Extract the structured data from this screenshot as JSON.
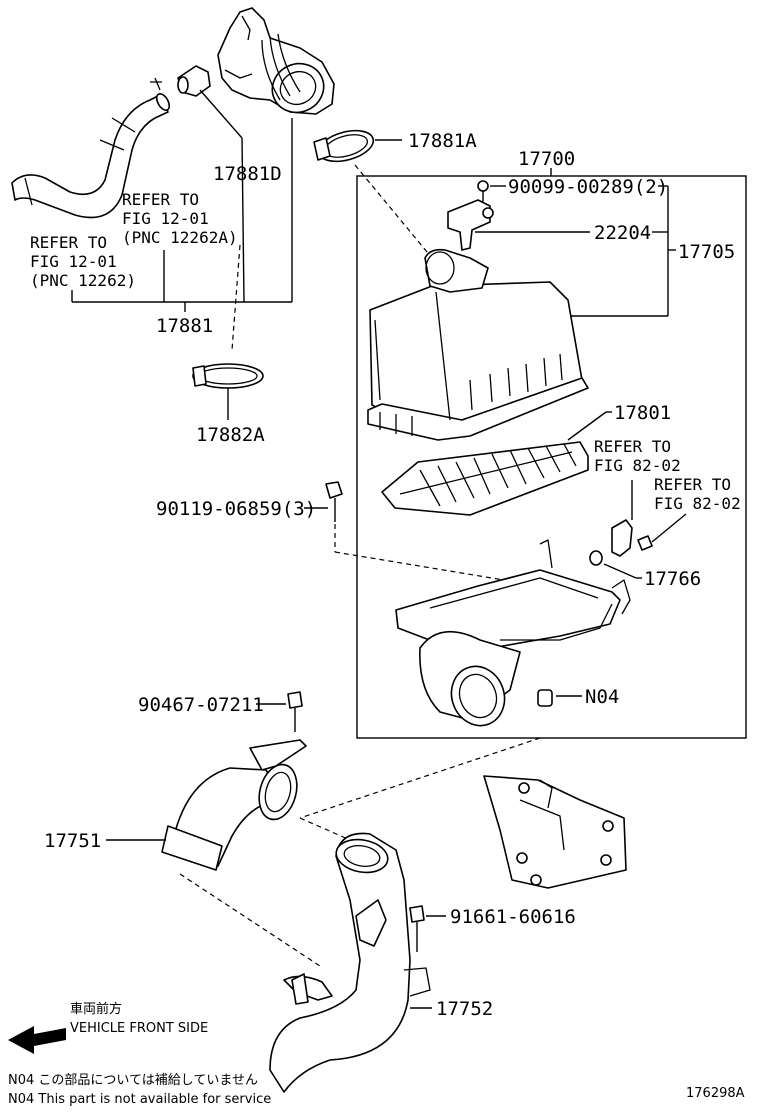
{
  "labels": {
    "p17881A": "17881A",
    "p17881D": "17881D",
    "p17700": "17700",
    "p90099": "90099-00289(2)",
    "p22204": "22204",
    "p17705": "17705",
    "p17881": "17881",
    "p17882A": "17882A",
    "p17801": "17801",
    "p90119": "90119-06859(3)",
    "p17766": "17766",
    "pN04": "N04",
    "p90467": "90467-07211",
    "p17751": "17751",
    "p91661": "91661-60616",
    "p17752": "17752"
  },
  "refs": {
    "ref1": [
      "REFER TO",
      "FIG 12-01",
      "(PNC 12262A)"
    ],
    "ref2": [
      "REFER TO",
      "FIG 12-01",
      "(PNC 12262)"
    ],
    "ref3": [
      "REFER TO",
      "FIG 82-02"
    ],
    "ref4": [
      "REFER TO",
      "FIG 82-02"
    ]
  },
  "direction": {
    "jp": "車両前方",
    "en": "VEHICLE FRONT SIDE"
  },
  "notes": {
    "jp": "N04  この部品については補給していません",
    "en": "N04  This part is not available for service"
  },
  "figure_id": "176298A"
}
